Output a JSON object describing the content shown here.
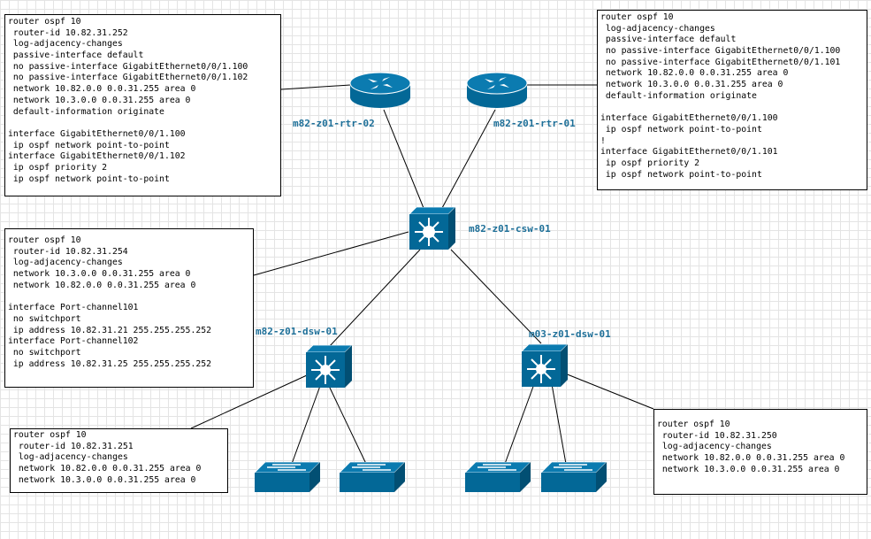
{
  "colors": {
    "device_fill": "#036897",
    "device_stroke": "#ffffff",
    "label_color": "#1d6f98",
    "grid": "#e4e4e4"
  },
  "devices": {
    "rtr02": {
      "label": "m82-z01-rtr-02",
      "icon": "router-icon"
    },
    "rtr01": {
      "label": "m82-z01-rtr-01",
      "icon": "router-icon"
    },
    "csw01": {
      "label": "m82-z01-csw-01",
      "icon": "layer3-switch-icon"
    },
    "dsw82": {
      "label": "m82-z01-dsw-01",
      "icon": "layer3-switch-icon"
    },
    "dsw03": {
      "label": "m03-z01-dsw-01",
      "icon": "layer3-switch-icon"
    },
    "acc1": {
      "icon": "workgroup-switch-icon"
    },
    "acc2": {
      "icon": "workgroup-switch-icon"
    },
    "acc3": {
      "icon": "workgroup-switch-icon"
    },
    "acc4": {
      "icon": "workgroup-switch-icon"
    }
  },
  "configs": {
    "rtr02": [
      "router ospf 10",
      " router-id 10.82.31.252",
      " log-adjacency-changes",
      " passive-interface default",
      " no passive-interface GigabitEthernet0/0/1.100",
      " no passive-interface GigabitEthernet0/0/1.102",
      " network 10.82.0.0 0.0.31.255 area 0",
      " network 10.3.0.0 0.0.31.255 area 0",
      " default-information originate",
      "",
      "interface GigabitEthernet0/0/1.100",
      " ip ospf network point-to-point",
      "interface GigabitEthernet0/0/1.102",
      " ip ospf priority 2",
      " ip ospf network point-to-point"
    ],
    "rtr01": [
      "router ospf 10",
      " log-adjacency-changes",
      " passive-interface default",
      " no passive-interface GigabitEthernet0/0/1.100",
      " no passive-interface GigabitEthernet0/0/1.101",
      " network 10.82.0.0 0.0.31.255 area 0",
      " network 10.3.0.0 0.0.31.255 area 0",
      " default-information originate",
      "",
      "interface GigabitEthernet0/0/1.100",
      " ip ospf network point-to-point",
      "!",
      "interface GigabitEthernet0/0/1.101",
      " ip ospf priority 2",
      " ip ospf network point-to-point"
    ],
    "csw01": [
      "router ospf 10",
      " router-id 10.82.31.254",
      " log-adjacency-changes",
      " network 10.3.0.0 0.0.31.255 area 0",
      " network 10.82.0.0 0.0.31.255 area 0",
      "",
      "interface Port-channel101",
      " no switchport",
      " ip address 10.82.31.21 255.255.255.252",
      "interface Port-channel102",
      " no switchport",
      " ip address 10.82.31.25 255.255.255.252"
    ],
    "dsw82": [
      "router ospf 10",
      " router-id 10.82.31.251",
      " log-adjacency-changes",
      " network 10.82.0.0 0.0.31.255 area 0",
      " network 10.3.0.0 0.0.31.255 area 0"
    ],
    "dsw03": [
      "router ospf 10",
      " router-id 10.82.31.250",
      " log-adjacency-changes",
      " network 10.82.0.0 0.0.31.255 area 0",
      " network 10.3.0.0 0.0.31.255 area 0"
    ]
  }
}
